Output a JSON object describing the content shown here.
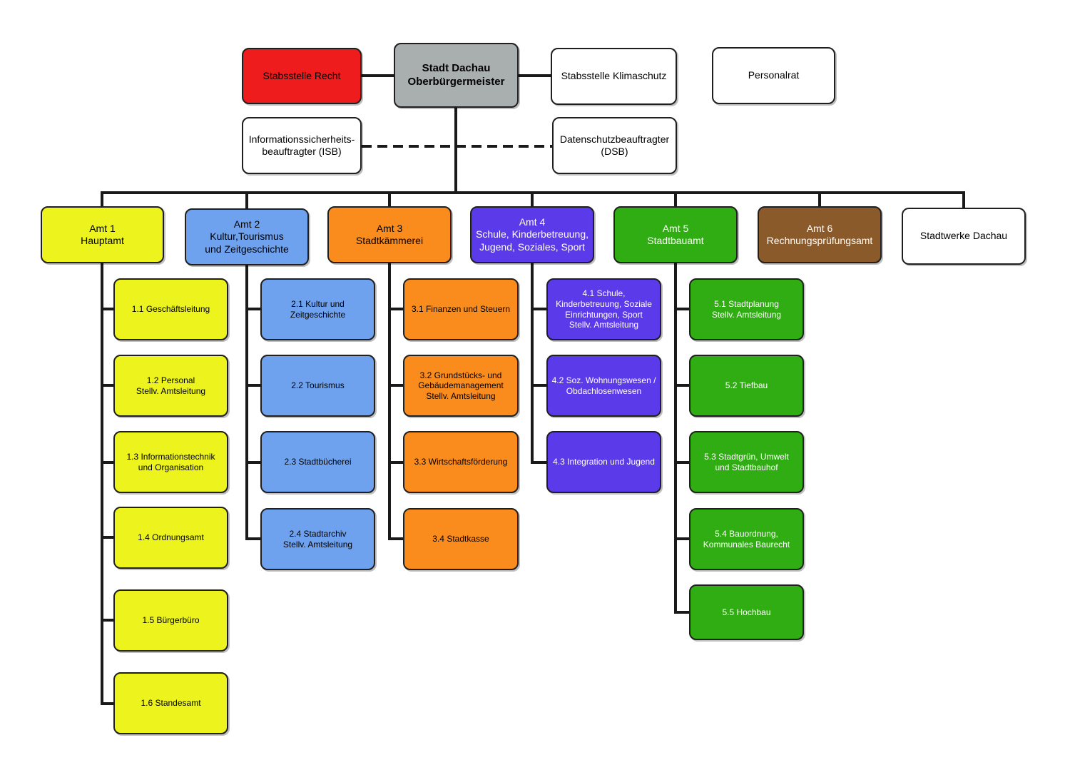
{
  "colors": {
    "red": "#ee1c1c",
    "gray": "#a9aeaf",
    "white": "#ffffff",
    "yellow": "#ecf31d",
    "blue": "#6fa2ee",
    "orange": "#f98c1d",
    "purple": "#5b3be9",
    "green": "#30ad13",
    "brown": "#8b5a2b",
    "line": "#1a1a1a"
  },
  "top": {
    "mayor": "Stadt Dachau\nOberbürgermeister",
    "legal": "Stabsstelle Recht",
    "climate": "Stabsstelle Klimaschutz",
    "staff_council": "Personalrat",
    "isb": "Informationssicherheits-\nbeauftragter (ISB)",
    "dsb": "Datenschutzbeauftragter\n(DSB)"
  },
  "amt1": {
    "title": "Amt 1\nHauptamt",
    "units": [
      "1.1 Geschäftsleitung",
      "1.2 Personal\nStellv. Amtsleitung",
      "1.3 Informationstechnik\nund Organisation",
      "1.4 Ordnungsamt",
      "1.5 Bürgerbüro",
      "1.6 Standesamt"
    ]
  },
  "amt2": {
    "title": "Amt 2\nKultur,Tourismus\nund Zeitgeschichte",
    "units": [
      "2.1 Kultur und\nZeitgeschichte",
      "2.2 Tourismus",
      "2.3 Stadtbücherei",
      "2.4 Stadtarchiv\nStellv. Amtsleitung"
    ]
  },
  "amt3": {
    "title": "Amt 3\nStadtkämmerei",
    "units": [
      "3.1 Finanzen und Steuern",
      "3.2 Grundstücks- und\nGebäudemanagement\nStellv. Amtsleitung",
      "3.3 Wirtschaftsförderung",
      "3.4 Stadtkasse"
    ]
  },
  "amt4": {
    "title": "Amt 4\nSchule, Kinderbetreuung,\nJugend, Soziales, Sport",
    "units": [
      "4.1 Schule,\nKinderbetreuung,  Soziale\nEinrichtungen, Sport\nStellv. Amtsleitung",
      "4.2 Soz. Wohnungswesen /\nObdachlosenwesen",
      "4.3 Integration und Jugend"
    ]
  },
  "amt5": {
    "title": "Amt 5\nStadtbauamt",
    "units": [
      "5.1 Stadtplanung\nStellv. Amtsleitung",
      "5.2 Tiefbau",
      "5.3 Stadtgrün, Umwelt\nund Stadtbauhof",
      "5.4 Bauordnung,\nKommunales Baurecht",
      "5.5 Hochbau"
    ]
  },
  "amt6": {
    "title": "Amt 6\nRechnungsprüfungsamt"
  },
  "utilities": {
    "title": "Stadtwerke Dachau"
  }
}
